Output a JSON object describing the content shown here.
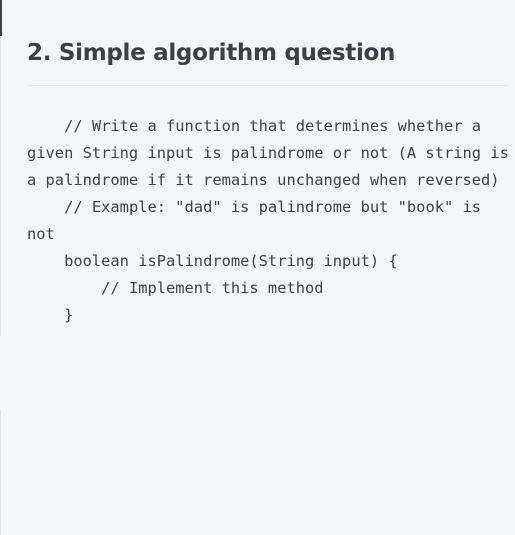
{
  "section": {
    "title": "2. Simple algorithm question"
  },
  "code": {
    "lines": [
      "    // Write a function that determines whether a given String input is palindrome or not (A string is a palindrome if it remains unchanged when reversed)",
      "    // Example: \"dad\" is palindrome but \"book\" is not",
      "    boolean isPalindrome(String input) {",
      "        // Implement this method",
      "    }"
    ]
  }
}
